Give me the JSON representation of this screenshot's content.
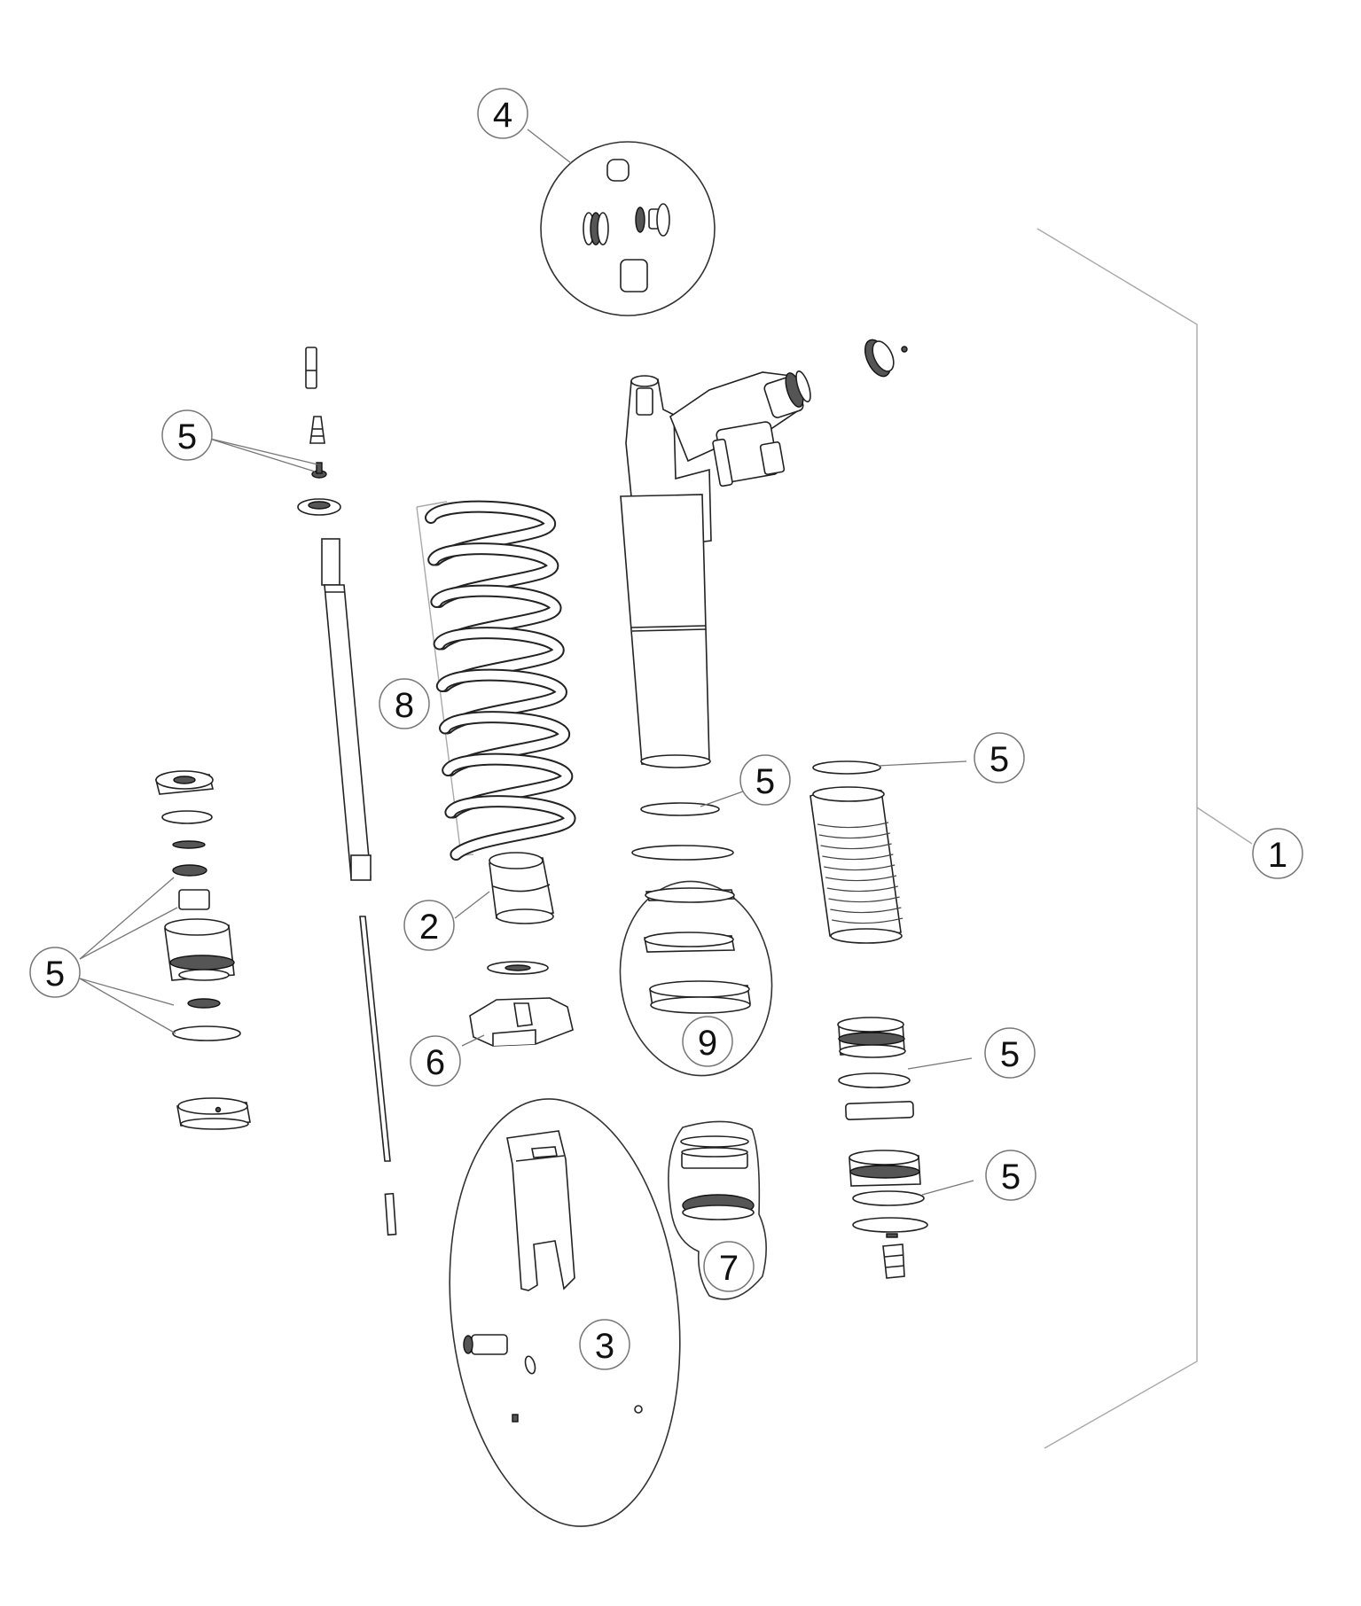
{
  "diagram": {
    "type": "exploded-parts-view",
    "callouts": {
      "c1": "1",
      "c2": "2",
      "c3": "3",
      "c4": "4",
      "c5a": "5",
      "c5b": "5",
      "c5c": "5",
      "c5d": "5",
      "c5e": "5",
      "c5f": "5",
      "c6": "6",
      "c7": "7",
      "c8": "8",
      "c9": "9"
    }
  }
}
